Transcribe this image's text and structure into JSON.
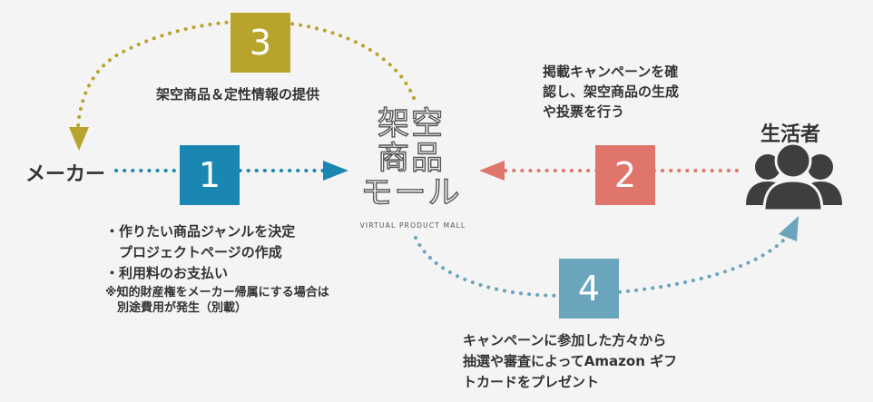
{
  "colors": {
    "step1": "#1a87b3",
    "step2": "#e0756b",
    "step3": "#b8a42c",
    "step4": "#6aa4bd",
    "person_icon": "#3e3e3e"
  },
  "actors": {
    "maker": "メーカー",
    "consumer": "生活者"
  },
  "logo": {
    "line1": "架空",
    "line2": "商品",
    "line3": "モール",
    "subtitle": "VIRTUAL PRODUCT MALL"
  },
  "steps": {
    "s1": {
      "number": "1"
    },
    "s2": {
      "number": "2"
    },
    "s3": {
      "number": "3"
    },
    "s4": {
      "number": "4"
    }
  },
  "texts": {
    "s3_text": "架空商品＆定性情報の提供",
    "s2_lines": [
      "掲載キャンペーンを確",
      "認し、架空商品の生成",
      "や投票を行う"
    ],
    "s1_lines": [
      "・作りたい商品ジャンルを決定",
      "　プロジェクトページの作成",
      "・利用料のお支払い"
    ],
    "s1_note_lines": [
      "※知的財産権をメーカー帰属にする場合は",
      "　別途費用が発生（別載）"
    ],
    "s4_lines": [
      "キャンペーンに参加した方々から",
      "抽選や審査によってAmazon ギフ",
      "トカードをプレゼント"
    ]
  },
  "icons": {
    "consumer_icon": "people-group-icon"
  }
}
